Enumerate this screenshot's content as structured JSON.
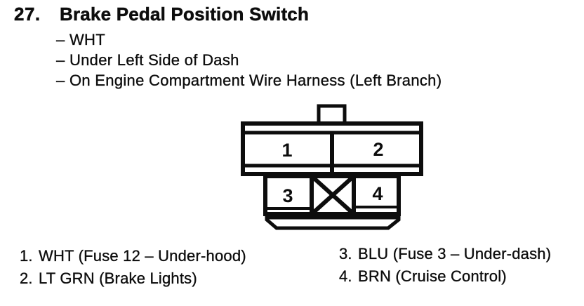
{
  "ink_color": "#0d0d0d",
  "header": {
    "number": "27.",
    "title": "Brake Pedal Position Switch"
  },
  "details": {
    "items": [
      "– WHT",
      "– Under Left Side of Dash",
      "– On Engine Compartment Wire Harness (Left Branch)"
    ]
  },
  "connector": {
    "cavities": [
      "1",
      "2",
      "3",
      "4"
    ]
  },
  "legend": {
    "left": [
      {
        "num": "1.",
        "text": "WHT (Fuse 12 – Under-hood)"
      },
      {
        "num": "2.",
        "text": "LT GRN (Brake Lights)"
      }
    ],
    "right": [
      {
        "num": "3.",
        "text": "BLU (Fuse 3 – Under-dash)"
      },
      {
        "num": "4.",
        "text": "BRN (Cruise Control)"
      }
    ]
  }
}
